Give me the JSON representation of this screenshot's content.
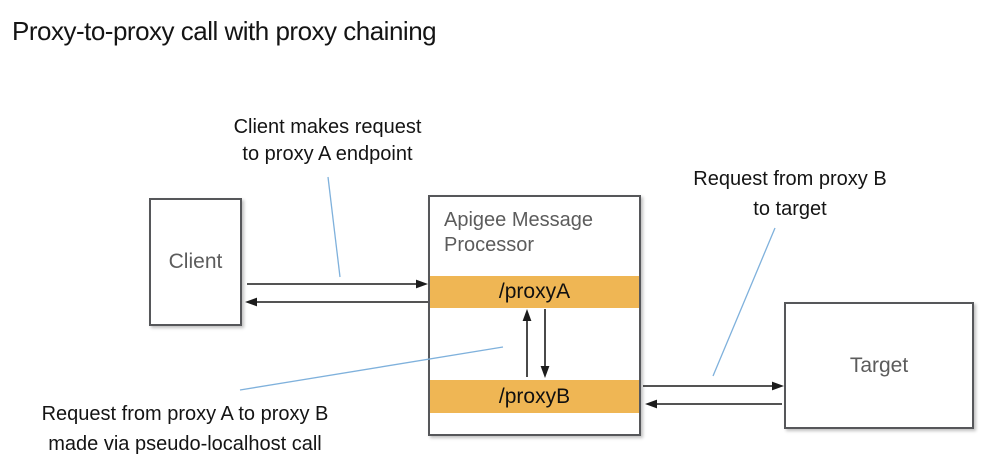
{
  "title": "Proxy-to-proxy call with proxy chaining",
  "colors": {
    "accent_orange": "#EFB654",
    "box_border": "#56575A",
    "box_label_gray": "#5C5C5C",
    "callout_blue": "#7FB1DC",
    "arrow_black": "#1C1C1C",
    "text_black": "#141414"
  },
  "nodes": {
    "client": {
      "label": "Client"
    },
    "processor": {
      "title": "Apigee Message Processor",
      "proxy_a": "/proxyA",
      "proxy_b": "/proxyB"
    },
    "target": {
      "label": "Target"
    }
  },
  "annotations": {
    "client_request": "Client makes request\nto proxy A endpoint",
    "target_request": "Request from proxy B\nto target",
    "chaining": "Request from proxy A to proxy B\nmade via pseudo-localhost call"
  }
}
